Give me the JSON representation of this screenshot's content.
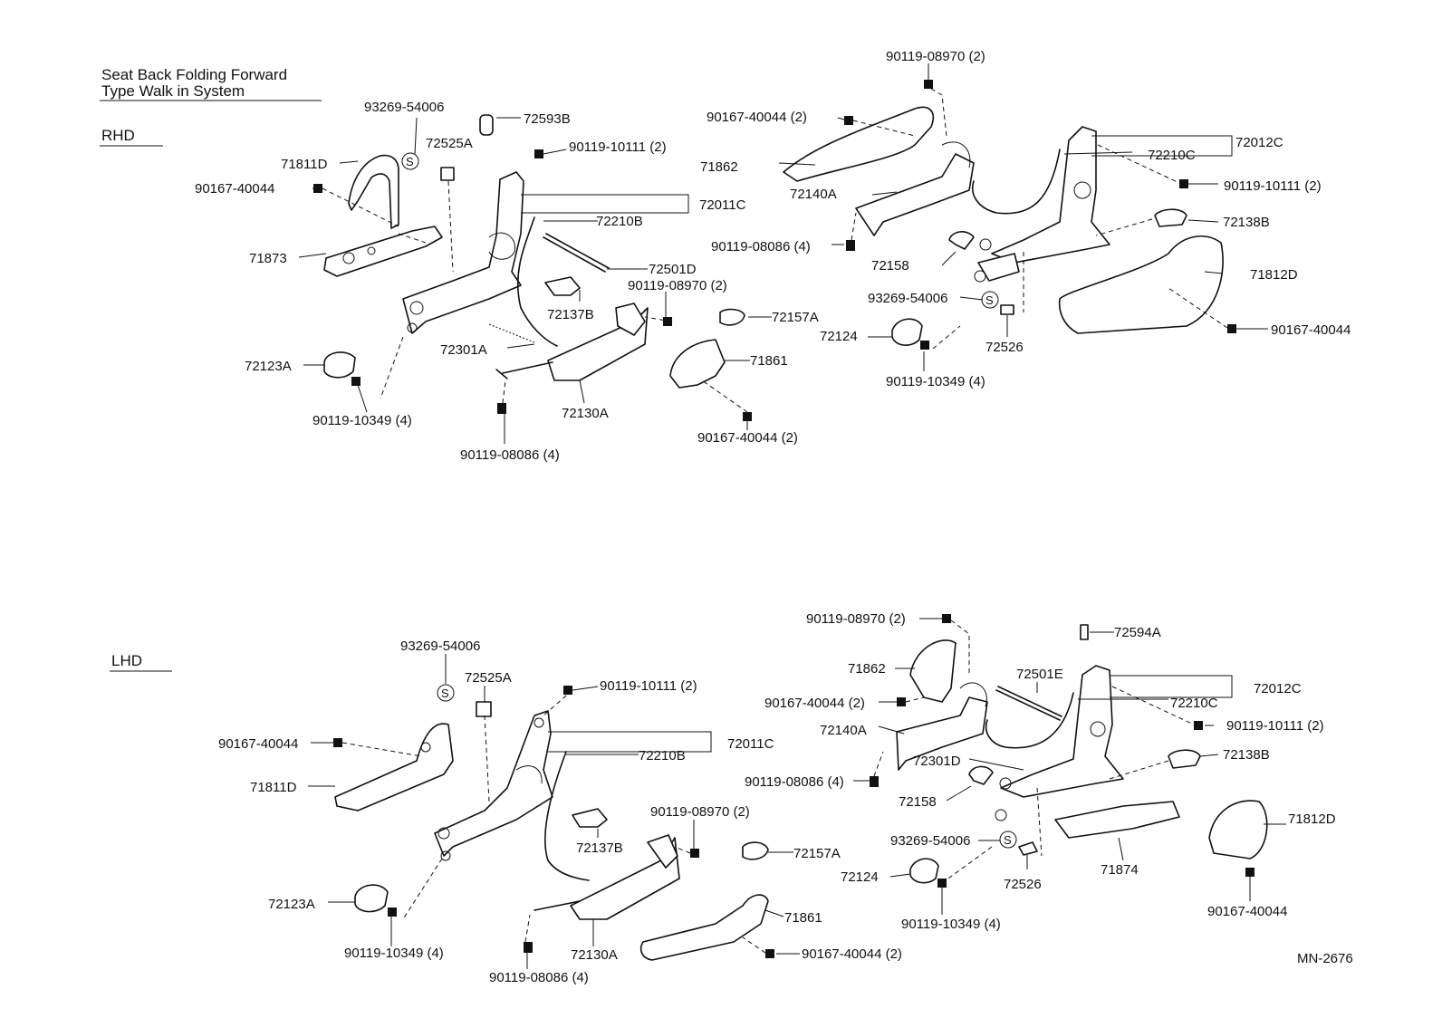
{
  "header": {
    "title_line1": "Seat Back Folding Forward",
    "title_line2": "Type Walk in System",
    "rhd": "RHD",
    "lhd": "LHD",
    "s_mark": "S",
    "footer_code": "MN-2676"
  },
  "rhd_left": {
    "93269_54006": "93269-54006",
    "72593B": "72593B",
    "72525A": "72525A",
    "71811D": "71811D",
    "90119_10111": "90119-10111 (2)",
    "90167_40044": "90167-40044",
    "72011C": "72011C",
    "72210B": "72210B",
    "71873": "71873",
    "72501D": "72501D",
    "90119_08970": "90119-08970 (2)",
    "72137B": "72137B",
    "72157A": "72157A",
    "72301A": "72301A",
    "71861": "71861",
    "72123A": "72123A",
    "72130A": "72130A",
    "90119_10349": "90119-10349 (4)",
    "90167_40044_2": "90167-40044 (2)",
    "90119_08086": "90119-08086 (4)"
  },
  "rhd_right": {
    "90119_08970": "90119-08970 (2)",
    "90167_40044_2": "90167-40044 (2)",
    "72012C": "72012C",
    "71862": "71862",
    "72210C": "72210C",
    "72140A": "72140A",
    "90119_10111": "90119-10111 (2)",
    "90119_08086": "90119-08086 (4)",
    "72138B": "72138B",
    "72158": "72158",
    "71812D": "71812D",
    "93269_54006": "93269-54006",
    "72124": "72124",
    "72526": "72526",
    "90167_40044": "90167-40044",
    "90119_10349": "90119-10349 (4)"
  },
  "lhd_left": {
    "93269_54006": "93269-54006",
    "72525A": "72525A",
    "90119_10111": "90119-10111 (2)",
    "90167_40044": "90167-40044",
    "72011C": "72011C",
    "72210B": "72210B",
    "71811D": "71811D",
    "72137B": "72137B",
    "90119_08970": "90119-08970 (2)",
    "72157A": "72157A",
    "72123A": "72123A",
    "71861": "71861",
    "90119_10349": "90119-10349 (4)",
    "72130A": "72130A",
    "90167_40044_2": "90167-40044 (2)",
    "90119_08086": "90119-08086 (4)"
  },
  "lhd_right": {
    "90119_08970": "90119-08970 (2)",
    "72594A": "72594A",
    "71862": "71862",
    "72501E": "72501E",
    "72012C": "72012C",
    "90167_40044_2": "90167-40044 (2)",
    "72210C": "72210C",
    "72140A": "72140A",
    "90119_10111": "90119-10111 (2)",
    "72301D": "72301D",
    "72138B": "72138B",
    "90119_08086": "90119-08086 (4)",
    "72158": "72158",
    "71812D": "71812D",
    "93269_54006": "93269-54006",
    "72526": "72526",
    "71874": "71874",
    "72124": "72124",
    "90119_10349": "90119-10349 (4)",
    "90167_40044": "90167-40044"
  }
}
